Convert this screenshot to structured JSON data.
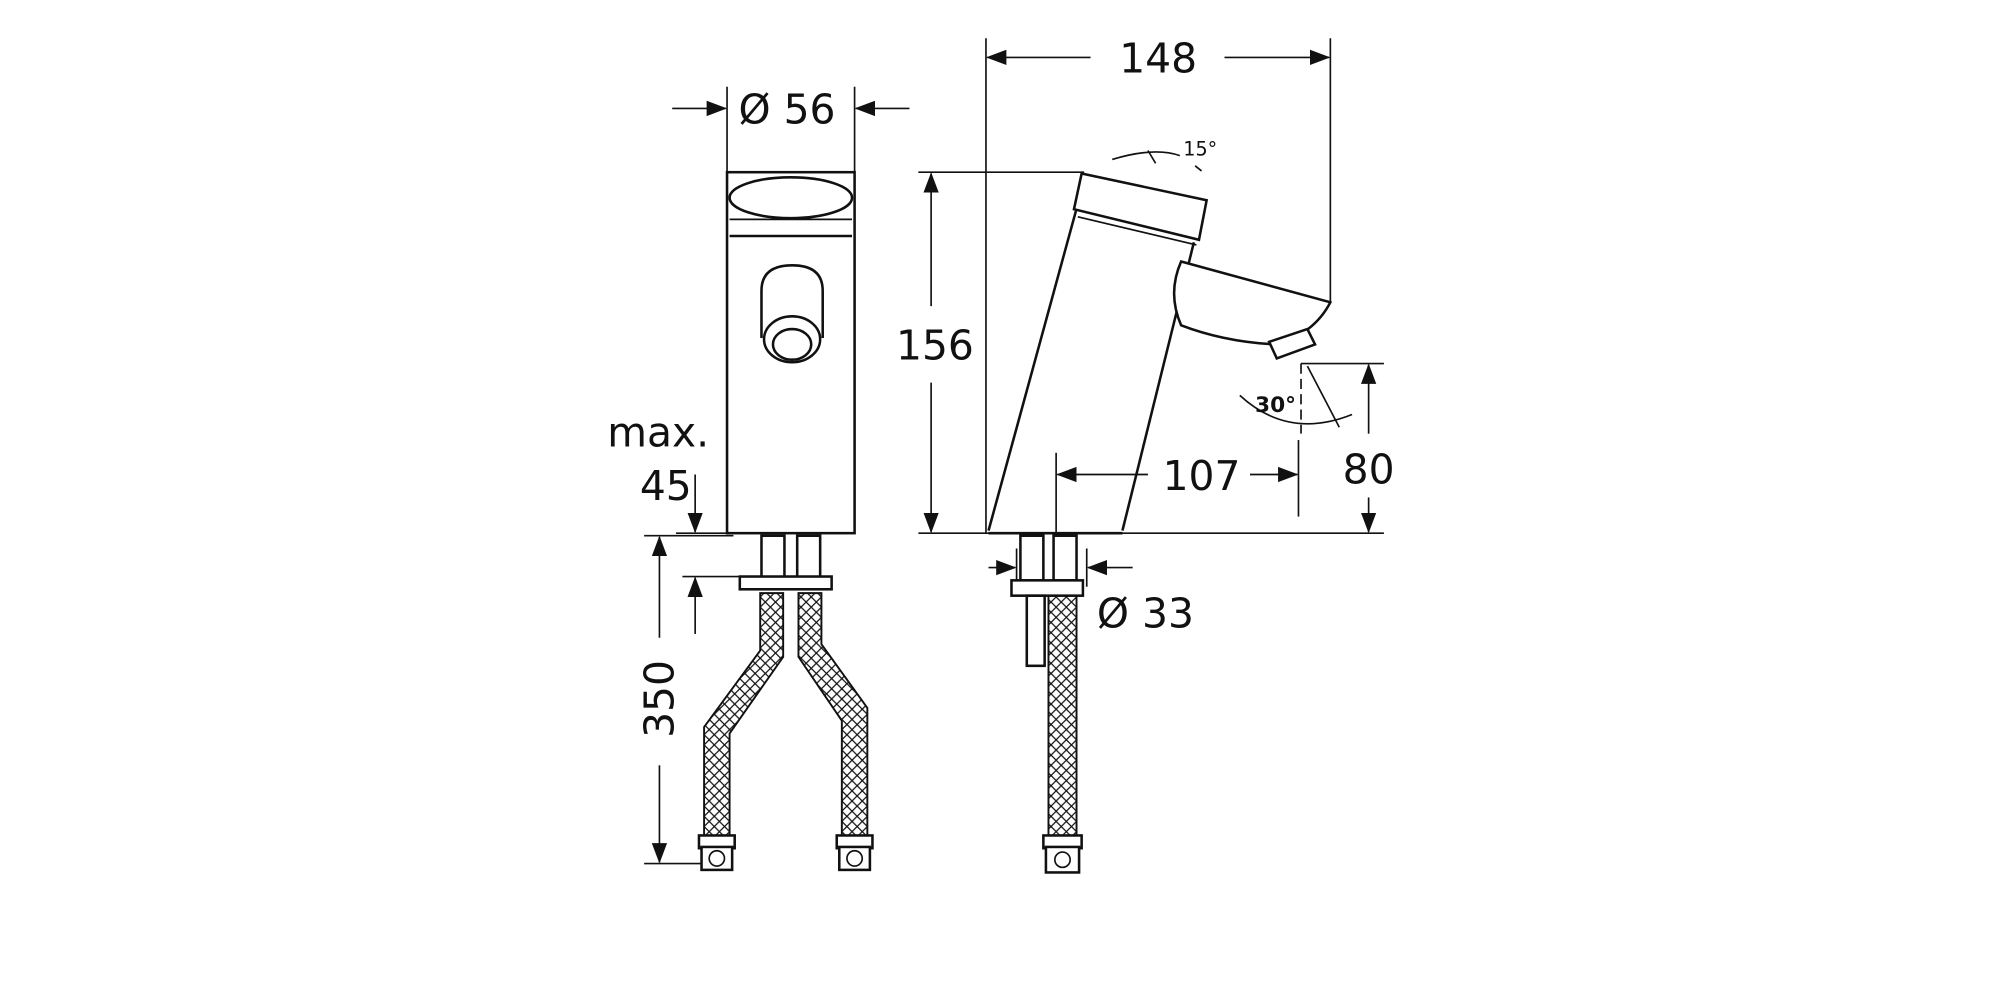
{
  "title": "Faucet dimension drawing",
  "front_view": {
    "diameter_label": "Ø 56",
    "max_label": "max.",
    "max_value": "45",
    "hose_length": "350"
  },
  "side_view": {
    "depth": "148",
    "height": "156",
    "tilt_angle": "15°",
    "spout_angle": "30°",
    "spout_height": "80",
    "spout_reach": "107",
    "shank_diameter": "Ø 33"
  },
  "colors": {
    "line": "#111111",
    "background": "#ffffff"
  }
}
